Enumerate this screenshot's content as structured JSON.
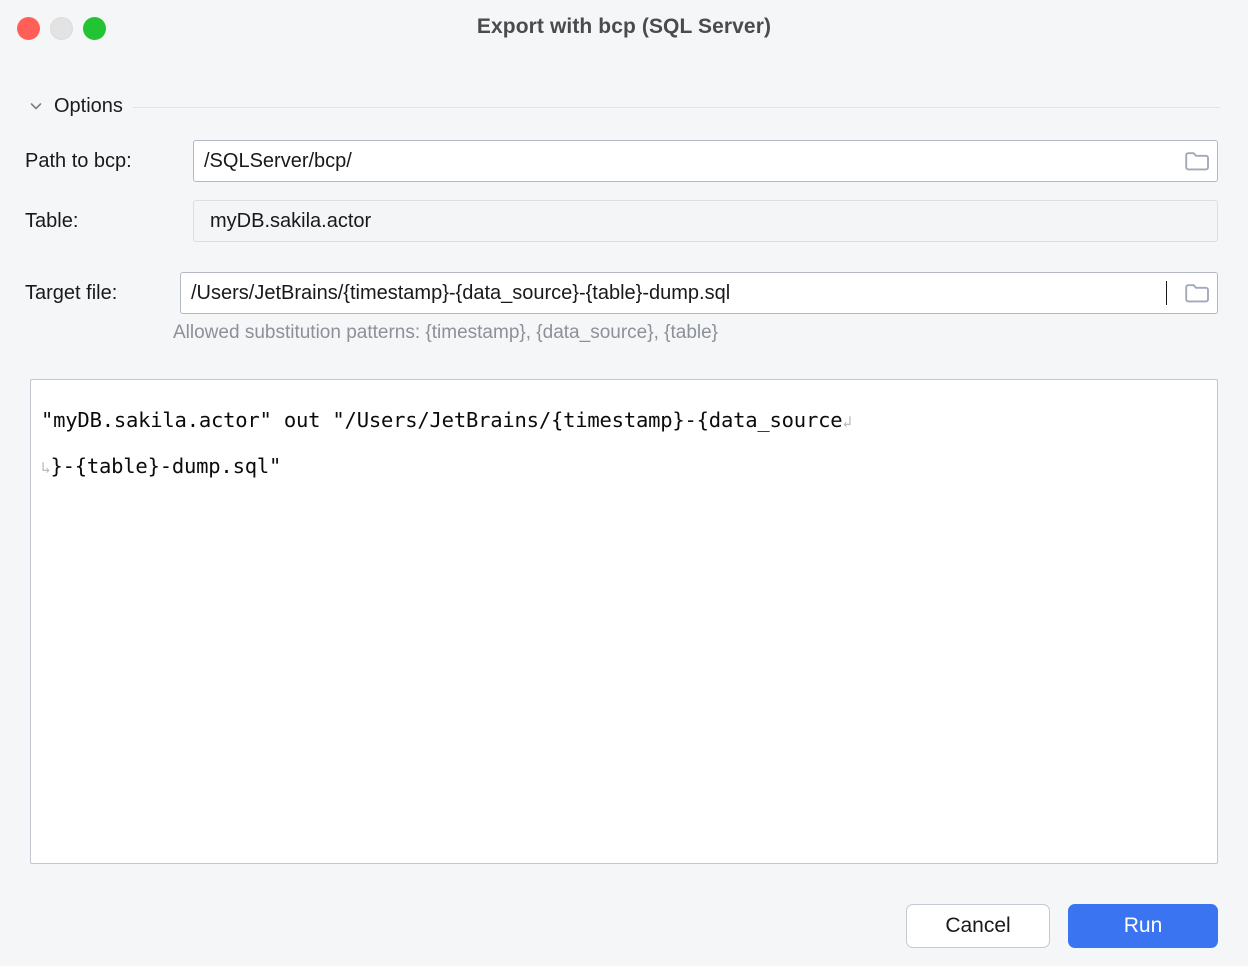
{
  "window": {
    "title": "Export with bcp (SQL Server)",
    "traffic_lights": [
      {
        "name": "close",
        "color": "#ff5f57"
      },
      {
        "name": "minimize",
        "color": "#e3e3e3"
      },
      {
        "name": "zoom",
        "color": "#22c434"
      }
    ],
    "background_color": "#f5f6f8"
  },
  "section": {
    "title": "Options",
    "chevron_icon": "chevron-down-icon",
    "expanded": true
  },
  "form": {
    "rows": [
      {
        "label": "Path to bcp:",
        "value": "/SQLServer/bcp/",
        "enabled": true,
        "has_browse_icon": true,
        "icon": "folder-icon"
      },
      {
        "label": "Table:",
        "value": "myDB.sakila.actor",
        "enabled": false,
        "has_browse_icon": false,
        "icon": ""
      },
      {
        "label": "Target file:",
        "value": "/Users/JetBrains/{timestamp}-{data_source}-{table}-dump.sql",
        "enabled": true,
        "has_browse_icon": true,
        "icon": "folder-icon",
        "focused": true
      }
    ],
    "hint": "Allowed substitution patterns: {timestamp}, {data_source}, {table}"
  },
  "command_preview": {
    "line1": "\"myDB.sakila.actor\" out \"/Users/JetBrains/{timestamp}-{data_source",
    "line1_wrap_mark": "↲",
    "line2_wrap_mark": "↳",
    "line2": "}-{table}-dump.sql\""
  },
  "footer": {
    "cancel_label": "Cancel",
    "run_label": "Run",
    "run_accent_color": "#3a74f0"
  }
}
